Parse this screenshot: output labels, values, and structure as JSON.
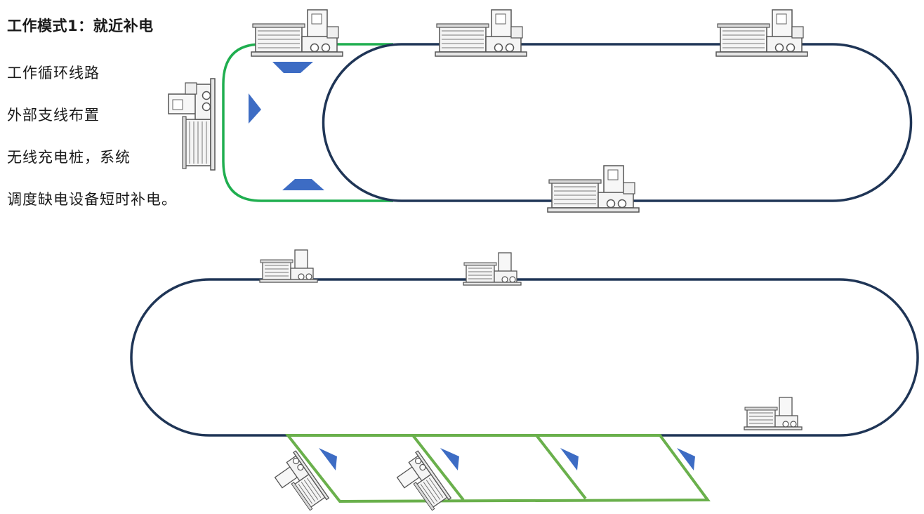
{
  "heading": "工作模式1：就近补电",
  "description": [
    "工作循环线路",
    "外部支线布置",
    "无线充电桩，系统",
    "调度缺电设备短时补电。"
  ],
  "colors": {
    "main_loop": "#1f3556",
    "branch_line": "#1fae4f",
    "branch_line_lower": "#6ab04c",
    "charger": "#3d6cc4",
    "vehicle_outline": "#555555",
    "vehicle_fill": "#f4f4f4"
  },
  "icons": {
    "vehicle": "agv-cart-icon",
    "charger": "wireless-charger-pad-icon"
  }
}
